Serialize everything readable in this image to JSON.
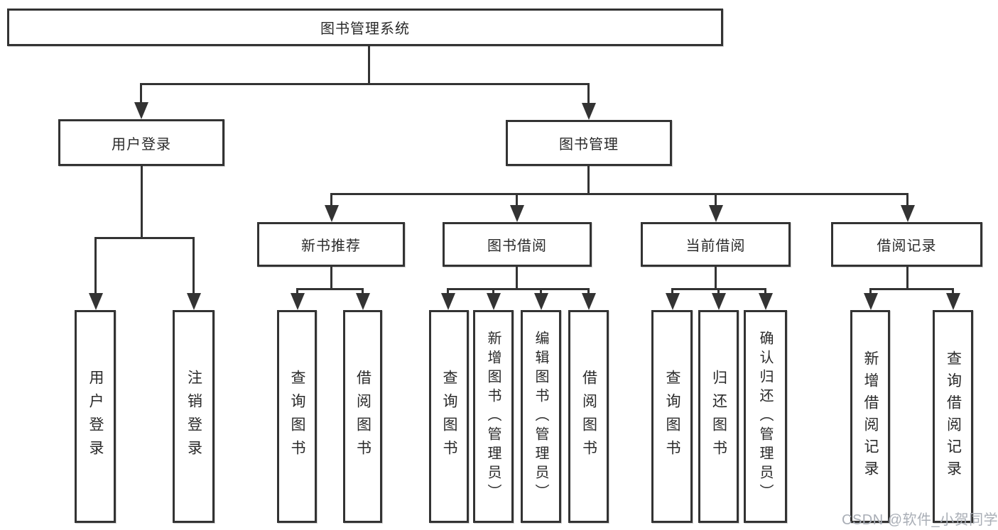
{
  "diagram": {
    "type": "hierarchy",
    "root": "图书管理系统",
    "branches": {
      "user_login": {
        "label": "用户登录",
        "children": [
          "用户登录",
          "注销登录"
        ]
      },
      "book_mgmt": {
        "label": "图书管理",
        "children": {
          "new_book": {
            "label": "新书推荐",
            "children": [
              "查询图书",
              "借阅图书"
            ]
          },
          "borrow": {
            "label": "图书借阅",
            "children": [
              "查询图书",
              "新增图书（管理员）",
              "编辑图书（管理员）",
              "借阅图书"
            ]
          },
          "current": {
            "label": "当前借阅",
            "children": [
              "查询图书",
              "归还图书",
              "确认归还（管理员）"
            ]
          },
          "records": {
            "label": "借阅记录",
            "children": [
              "新增借阅记录",
              "查询借阅记录"
            ]
          }
        }
      }
    },
    "colors": {
      "line": "#333333",
      "box_background": "#ffffff",
      "text": "#2a2a2a",
      "watermark": "#a9aeb6"
    },
    "watermark": "CSDN @软件_小贺同学"
  }
}
